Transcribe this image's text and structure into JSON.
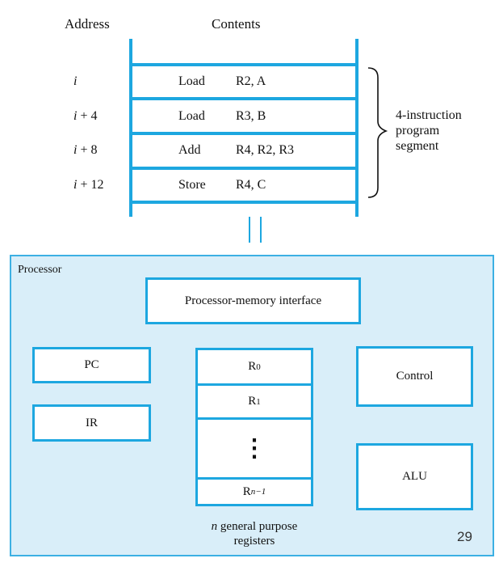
{
  "memory": {
    "address_header": "Address",
    "contents_header": "Contents",
    "rows": [
      {
        "address": "i",
        "address_suffix": "",
        "op": "Load",
        "args": "R2, A"
      },
      {
        "address": "i",
        "address_suffix": " + 4",
        "op": "Load",
        "args": "R3, B"
      },
      {
        "address": "i",
        "address_suffix": " + 8",
        "op": "Add",
        "args": "R4, R2, R3"
      },
      {
        "address": "i",
        "address_suffix": " + 12",
        "op": "Store",
        "args": "R4, C"
      }
    ],
    "segment_label": [
      "4-instruction",
      "program",
      "segment"
    ]
  },
  "processor": {
    "label": "Processor",
    "interface": "Processor-memory interface",
    "pc": "PC",
    "ir": "IR",
    "control": "Control",
    "alu": "ALU",
    "registers": {
      "r0": {
        "base": "R",
        "sub": "0"
      },
      "r1": {
        "base": "R",
        "sub": "1"
      },
      "dots": "⋮",
      "rn1": {
        "base": "R",
        "sub": "n−1"
      },
      "caption_italic": "n",
      "caption_rest_line1": " general purpose",
      "caption_line2": "registers"
    }
  },
  "page_number": "29",
  "colors": {
    "accent": "#1da7e0",
    "panel": "#d9eef9"
  }
}
